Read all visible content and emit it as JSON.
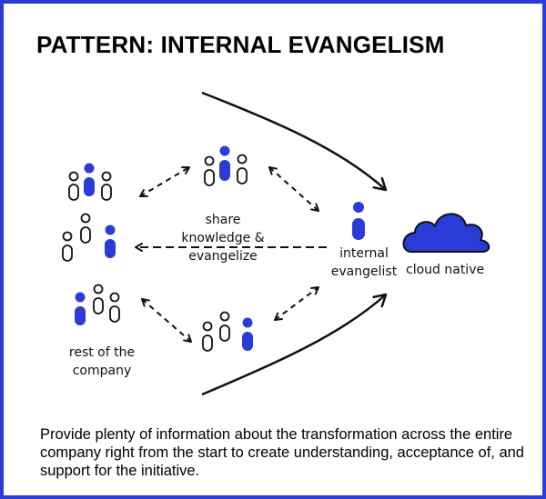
{
  "title": "PATTERN: INTERNAL EVANGELISM",
  "labels": {
    "share_line1": "share",
    "share_line2": "knowledge &",
    "share_line3": "evangelize",
    "internal_line1": "internal",
    "internal_line2": "evangelist",
    "cloud_native": "cloud native",
    "rest_line1": "rest of the",
    "rest_line2": "company"
  },
  "caption": "Provide plenty of information about the transformation across the entire company right from the start to create understanding, acceptance of, and support for the initiative.",
  "colors": {
    "accent": "#2a3bd8",
    "ink": "#111111"
  },
  "icons": [
    "person-group-icon",
    "person-icon",
    "cloud-icon",
    "arrow-icon"
  ]
}
